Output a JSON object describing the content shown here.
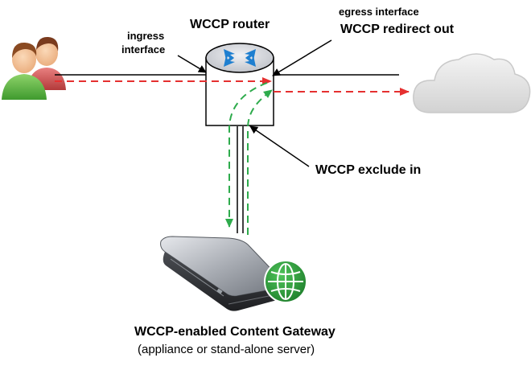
{
  "labels": {
    "router_title": "WCCP router",
    "ingress_line1": "ingress",
    "ingress_line2": "interface",
    "egress_title": "egress interface",
    "redirect_out": "WCCP redirect out",
    "exclude_in": "WCCP exclude in",
    "gateway_title": "WCCP-enabled Content Gateway",
    "gateway_subtitle": "(appliance or stand-alone server)"
  },
  "icons": {
    "users": "users-icon",
    "router": "router-icon",
    "cloud": "cloud-icon",
    "appliance": "server-appliance-icon",
    "globe": "globe-icon"
  },
  "colors": {
    "request_flow": "#e53030",
    "redirect_flow": "#2eab4c",
    "globe": "#2f9e3f",
    "router_arrows": "#1e7fd0"
  }
}
